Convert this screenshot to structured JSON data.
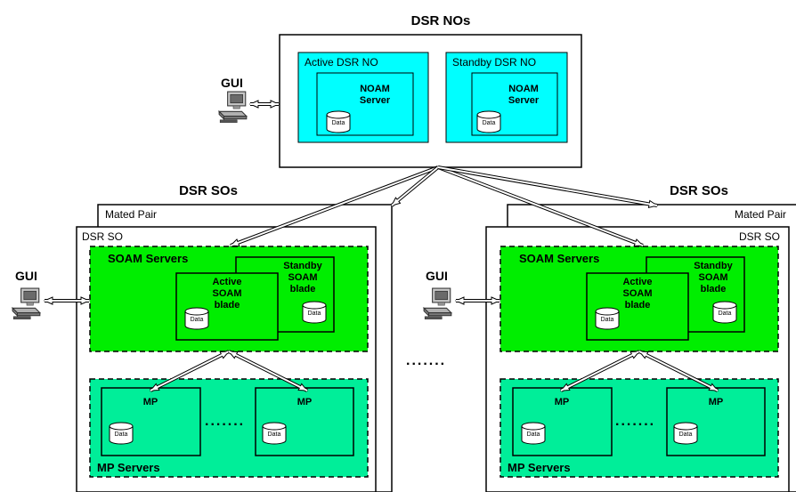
{
  "top": {
    "title": "DSR NOs",
    "active_label": "Active DSR NO",
    "standby_label": "Standby DSR NO",
    "server_label_line1": "NOAM",
    "server_label_line2": "Server",
    "data_label": "Data"
  },
  "gui_label": "GUI",
  "sites": {
    "title": "DSR SOs",
    "mated_pair_label": "Mated Pair",
    "dsr_so_label": "DSR SO",
    "soam_group_label": "SOAM Servers",
    "active_soam": [
      "Active",
      "SOAM",
      "blade"
    ],
    "standby_soam": [
      "Standby",
      "SOAM",
      "blade"
    ],
    "mp_label": "MP",
    "mp_group_label": "MP Servers",
    "data_label": "Data"
  },
  "ellipsis": ".......",
  "between_sites_ellipsis": ".......",
  "colors": {
    "noam_fill": "#00ffff",
    "soam_fill": "#00ee00",
    "mp_fill": "#00ee99",
    "border": "#000000",
    "background": "#ffffff"
  }
}
